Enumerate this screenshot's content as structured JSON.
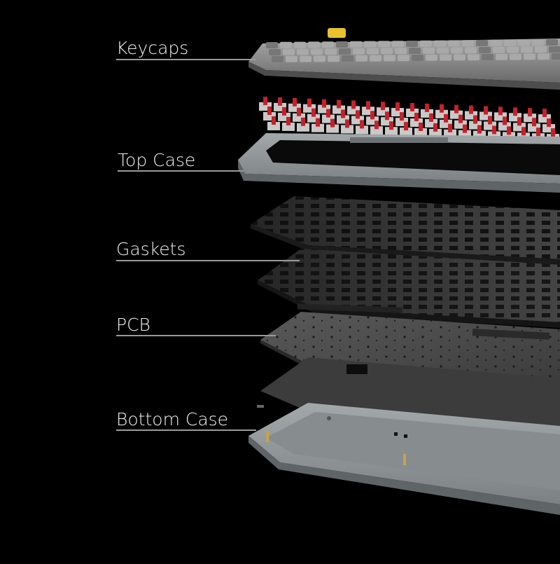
{
  "labels": {
    "keycaps": "Keycaps",
    "top_case": "Top Case",
    "gaskets": "Gaskets",
    "pcb": "PCB",
    "bottom_case": "Bottom Case"
  },
  "colors": {
    "background": "#000000",
    "keycap_gray": "#8c8c8c",
    "keycap_dark": "#6d6d6d",
    "accent_key": "#e8c22c",
    "switch_stem": "#c8202a",
    "case_gray": "#8f9496",
    "plate_dark": "#2f2f2f",
    "pcb_gray": "#4a4a4a",
    "label_text": "#f2f2f2",
    "leader_line": "#9a9a9a"
  }
}
